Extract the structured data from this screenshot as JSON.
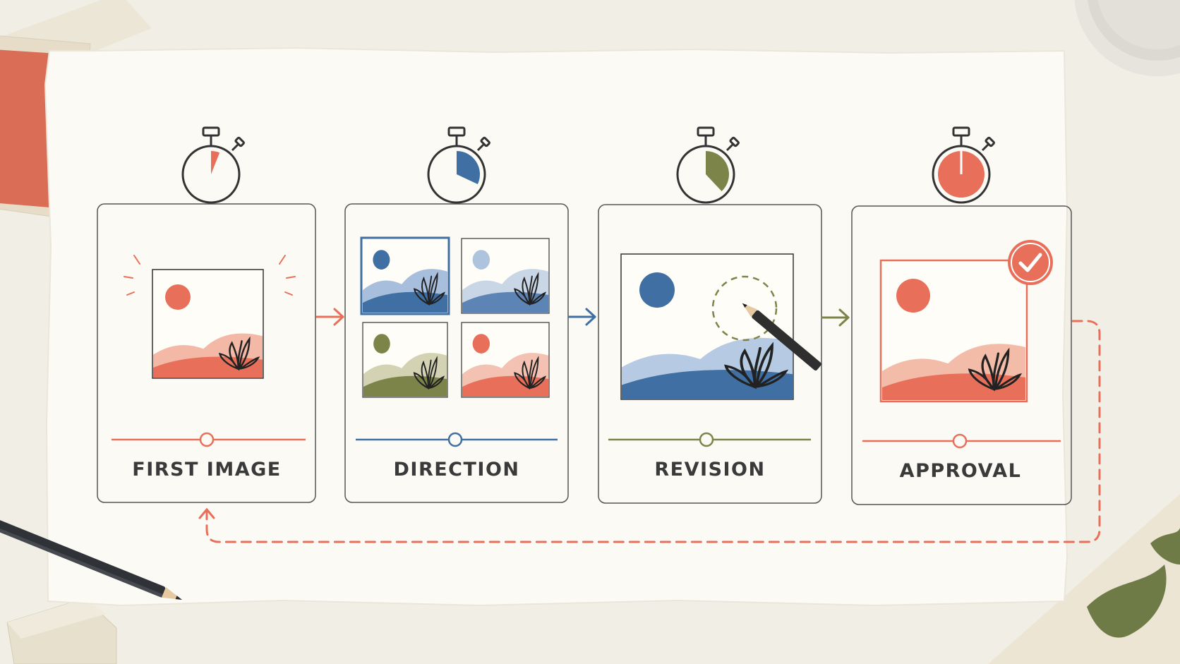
{
  "stages": [
    {
      "label": "FIRST IMAGE",
      "timer_progress": 0.06,
      "accent": "#e8705a"
    },
    {
      "label": "DIRECTION",
      "timer_progress": 0.32,
      "accent": "#3f6fa3"
    },
    {
      "label": "REVISION",
      "timer_progress": 0.38,
      "accent": "#7d8449"
    },
    {
      "label": "APPROVAL",
      "timer_progress": 1.0,
      "accent": "#e8705a"
    }
  ],
  "colors": {
    "coral": "#e8705a",
    "blue": "#3f6fa3",
    "olive": "#7d8449",
    "ink": "#3a3a3a",
    "paper": "#fbfaf5",
    "desk": "#f1eee6"
  },
  "icons": [
    "stopwatch-icon",
    "landscape-icon",
    "arrow-right-icon",
    "checkmark-icon",
    "pencil-icon",
    "dashed-loop-arrow-icon"
  ]
}
